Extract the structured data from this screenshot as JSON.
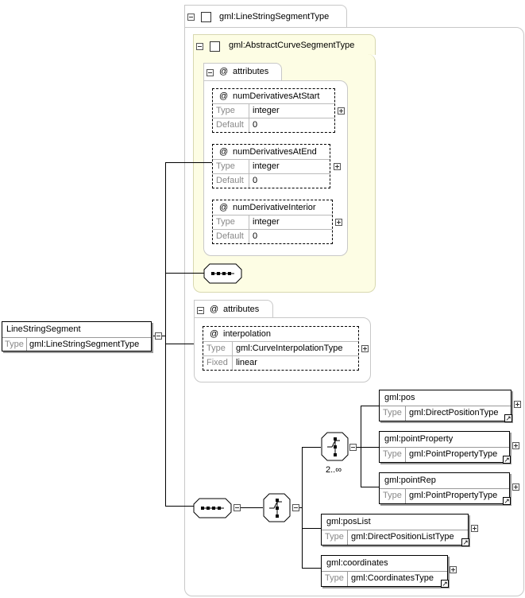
{
  "outer_type": {
    "title": "gml:LineStringSegmentType"
  },
  "abstract_type": {
    "title": "gml:AbstractCurveSegmentType"
  },
  "inherited_attributes": {
    "tab_label": "attributes",
    "items": [
      {
        "name": "numDerivativesAtStart",
        "type_label": "Type",
        "type": "integer",
        "default_label": "Default",
        "default": "0"
      },
      {
        "name": "numDerivativesAtEnd",
        "type_label": "Type",
        "type": "integer",
        "default_label": "Default",
        "default": "0"
      },
      {
        "name": "numDerivativeInterior",
        "type_label": "Type",
        "type": "integer",
        "default_label": "Default",
        "default": "0"
      }
    ]
  },
  "own_attributes": {
    "tab_label": "attributes",
    "interpolation": {
      "name": "interpolation",
      "type_label": "Type",
      "type": "gml:CurveInterpolationType",
      "fixed_label": "Fixed",
      "fixed": "linear"
    }
  },
  "root": {
    "name": "LineStringSegment",
    "type_label": "Type",
    "type": "gml:LineStringSegmentType"
  },
  "choice_occurrence": "2..∞",
  "elements": [
    {
      "name": "gml:pos",
      "type_label": "Type",
      "type": "gml:DirectPositionType"
    },
    {
      "name": "gml:pointProperty",
      "type_label": "Type",
      "type": "gml:PointPropertyType"
    },
    {
      "name": "gml:pointRep",
      "type_label": "Type",
      "type": "gml:PointPropertyType"
    },
    {
      "name": "gml:posList",
      "type_label": "Type",
      "type": "gml:DirectPositionListType"
    },
    {
      "name": "gml:coordinates",
      "type_label": "Type",
      "type": "gml:CoordinatesType"
    }
  ],
  "attr_symbol": "@"
}
